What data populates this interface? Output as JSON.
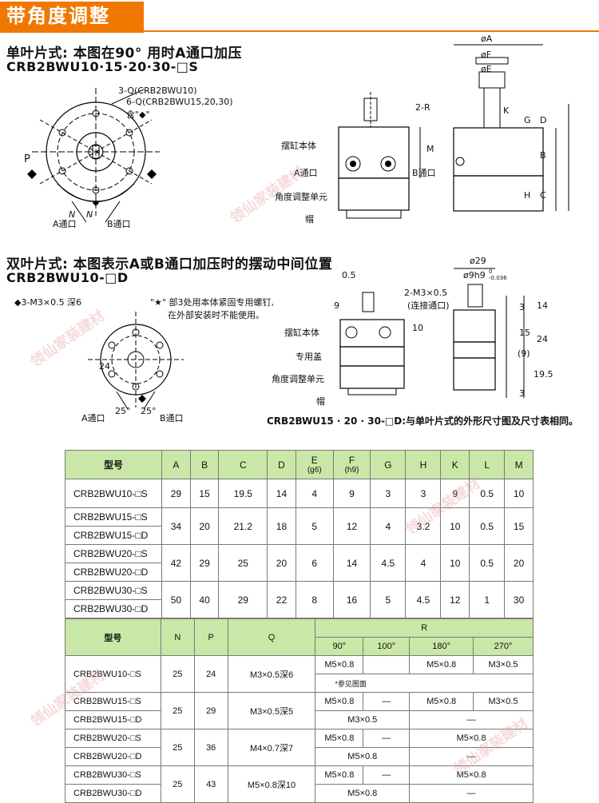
{
  "title": "带角度调整",
  "section1": {
    "heading": "单叶片式: 本图在90° 用时A通口加压",
    "model": "CRB2BWU10·15·20·30-□S",
    "labels": {
      "q1": "3-Q(CRB2BWU10)",
      "q2": "6-Q(CRB2BWU15,20,30)",
      "q3": "含\"◆\"",
      "p": "P",
      "n1": "N",
      "n2": "N",
      "a_port": "A通口",
      "b_port": "B通口",
      "r": "2-R",
      "body": "摆缸本体",
      "a_port2": "A通口",
      "b_port2": "B通口",
      "adjust": "角度调整单元",
      "cap": "帽",
      "m": "M",
      "dim_a": "øA",
      "dim_f": "øF",
      "dim_e": "øE",
      "dim_k": "K",
      "dim_g": "G",
      "dim_d": "D",
      "dim_b": "B",
      "dim_h": "H",
      "dim_c": "C"
    }
  },
  "section2": {
    "heading": "双叶片式: 本图表示A或B通口加压时的摆动中间位置",
    "model": "CRB2BWU10-□D",
    "labels": {
      "m3": "◆3-M3×0.5 深6",
      "star_note1": "\"★\" 部3处用本体紧固专用螺钉,",
      "star_note2": "在外部安装时不能使用。",
      "d24": "24",
      "a_port": "A通口",
      "b_port": "B通口",
      "ang1": "25°",
      "ang2": "25°",
      "d05": "0.5",
      "d9": "9",
      "m3x": "2-M3×0.5",
      "conn": "(连接通口)",
      "d10": "10",
      "body": "摆缸本体",
      "cover": "专用盖",
      "adjust": "角度调整单元",
      "cap": "帽",
      "d29": "ø29",
      "d9h9": "ø9h9",
      "tol_top": "0",
      "tol_bot": "-0.036",
      "v3a": "3",
      "v14": "14",
      "v15": "15",
      "v24": "24",
      "v9p": "(9)",
      "v195": "19.5",
      "v3b": "3"
    },
    "note": "CRB2BWU15 · 20 · 30-□D:与单叶片式的外形尺寸图及尺寸表相同。"
  },
  "table1": {
    "headers": [
      {
        "top": "型号",
        "bot": ""
      },
      {
        "top": "A",
        "bot": ""
      },
      {
        "top": "B",
        "bot": ""
      },
      {
        "top": "C",
        "bot": ""
      },
      {
        "top": "D",
        "bot": ""
      },
      {
        "top": "E",
        "bot": "(g6)"
      },
      {
        "top": "F",
        "bot": "(h9)"
      },
      {
        "top": "G",
        "bot": ""
      },
      {
        "top": "H",
        "bot": ""
      },
      {
        "top": "K",
        "bot": ""
      },
      {
        "top": "L",
        "bot": ""
      },
      {
        "top": "M",
        "bot": ""
      }
    ],
    "groups": [
      {
        "models": [
          "CRB2BWU10-□S"
        ],
        "values": [
          "29",
          "15",
          "19.5",
          "14",
          "4",
          "9",
          "3",
          "3",
          "9",
          "0.5",
          "10"
        ]
      },
      {
        "models": [
          "CRB2BWU15-□S",
          "CRB2BWU15-□D"
        ],
        "values": [
          "34",
          "20",
          "21.2",
          "18",
          "5",
          "12",
          "4",
          "3.2",
          "10",
          "0.5",
          "15"
        ]
      },
      {
        "models": [
          "CRB2BWU20-□S",
          "CRB2BWU20-□D"
        ],
        "values": [
          "42",
          "29",
          "25",
          "20",
          "6",
          "14",
          "4.5",
          "4",
          "10",
          "0.5",
          "20"
        ]
      },
      {
        "models": [
          "CRB2BWU30-□S",
          "CRB2BWU30-□D"
        ],
        "values": [
          "50",
          "40",
          "29",
          "22",
          "8",
          "16",
          "5",
          "4.5",
          "12",
          "1",
          "30"
        ]
      }
    ]
  },
  "table2": {
    "headers": {
      "model": "型号",
      "n": "N",
      "p": "P",
      "q": "Q",
      "r": "R",
      "r90": "90°",
      "r100": "100°",
      "r180": "180°",
      "r270": "270°"
    },
    "rows": [
      {
        "model": "CRB2BWU10-□S",
        "n": "25",
        "p": "24",
        "q": "M3×0.5深6",
        "r90": "M5×0.8",
        "r100": "",
        "r180": "M5×0.8",
        "r270": "M3×0.5",
        "sub": "*参见图面"
      },
      {
        "model": "CRB2BWU15-□S",
        "n": "25",
        "p": "29",
        "q": "M3×0.5深5",
        "r90": "M5×0.8",
        "r100": "—",
        "r180": "M5×0.8",
        "r270": "M3×0.5"
      },
      {
        "model": "CRB2BWU15-□D",
        "r_left": "M3×0.5",
        "r_right": "—"
      },
      {
        "model": "CRB2BWU20-□S",
        "n": "25",
        "p": "36",
        "q": "M4×0.7深7",
        "r90": "M5×0.8",
        "r100": "—",
        "r_right": "M5×0.8"
      },
      {
        "model": "CRB2BWU20-□D",
        "r_left": "M5×0.8",
        "r_right2": "—"
      },
      {
        "model": "CRB2BWU30-□S",
        "n": "25",
        "p": "43",
        "q": "M5×0.8深10",
        "r90": "M5×0.8",
        "r100": "—",
        "r_right": "M5×0.8"
      },
      {
        "model": "CRB2BWU30-□D",
        "r_left": "M5×0.8",
        "r_right2": "—"
      }
    ]
  },
  "watermark": "领仙家装建材"
}
